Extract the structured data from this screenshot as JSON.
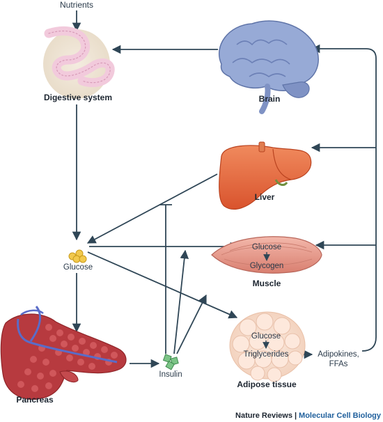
{
  "labels": {
    "nutrients": "Nutrients",
    "digestive_system": "Digestive system",
    "brain": "Brain",
    "liver": "Liver",
    "glucose": "Glucose",
    "muscle": "Muscle",
    "muscle_glucose": "Glucose",
    "muscle_glycogen": "Glycogen",
    "adipose_tissue": "Adipose tissue",
    "adipose_glucose": "Glucose",
    "adipose_triglycerides": "Triglycerides",
    "adipokines_line1": "Adipokines,",
    "adipokines_line2": "FFAs",
    "insulin": "Insulin",
    "pancreas": "Pancreas"
  },
  "credit": {
    "publisher": "Nature Reviews",
    "separator": "|",
    "journal": "Molecular Cell Biology"
  },
  "colors": {
    "arrow": "#2f4656",
    "liver": "#e8663c",
    "brain": "#8fa2cf",
    "muscle": "#e9a093",
    "adipose": "#f7dccb",
    "pancreas": "#b5373c",
    "glucose_dot": "#f2c94c",
    "insulin_dot": "#7cc487",
    "journal_text": "#1f5f9c"
  },
  "icons": {
    "digestive": "intestine-icon",
    "brain": "brain-icon",
    "liver": "liver-icon",
    "muscle": "muscle-icon",
    "adipose": "fat-cells-icon",
    "pancreas": "pancreas-icon",
    "glucose": "glucose-molecules-icon",
    "insulin": "insulin-molecules-icon"
  }
}
